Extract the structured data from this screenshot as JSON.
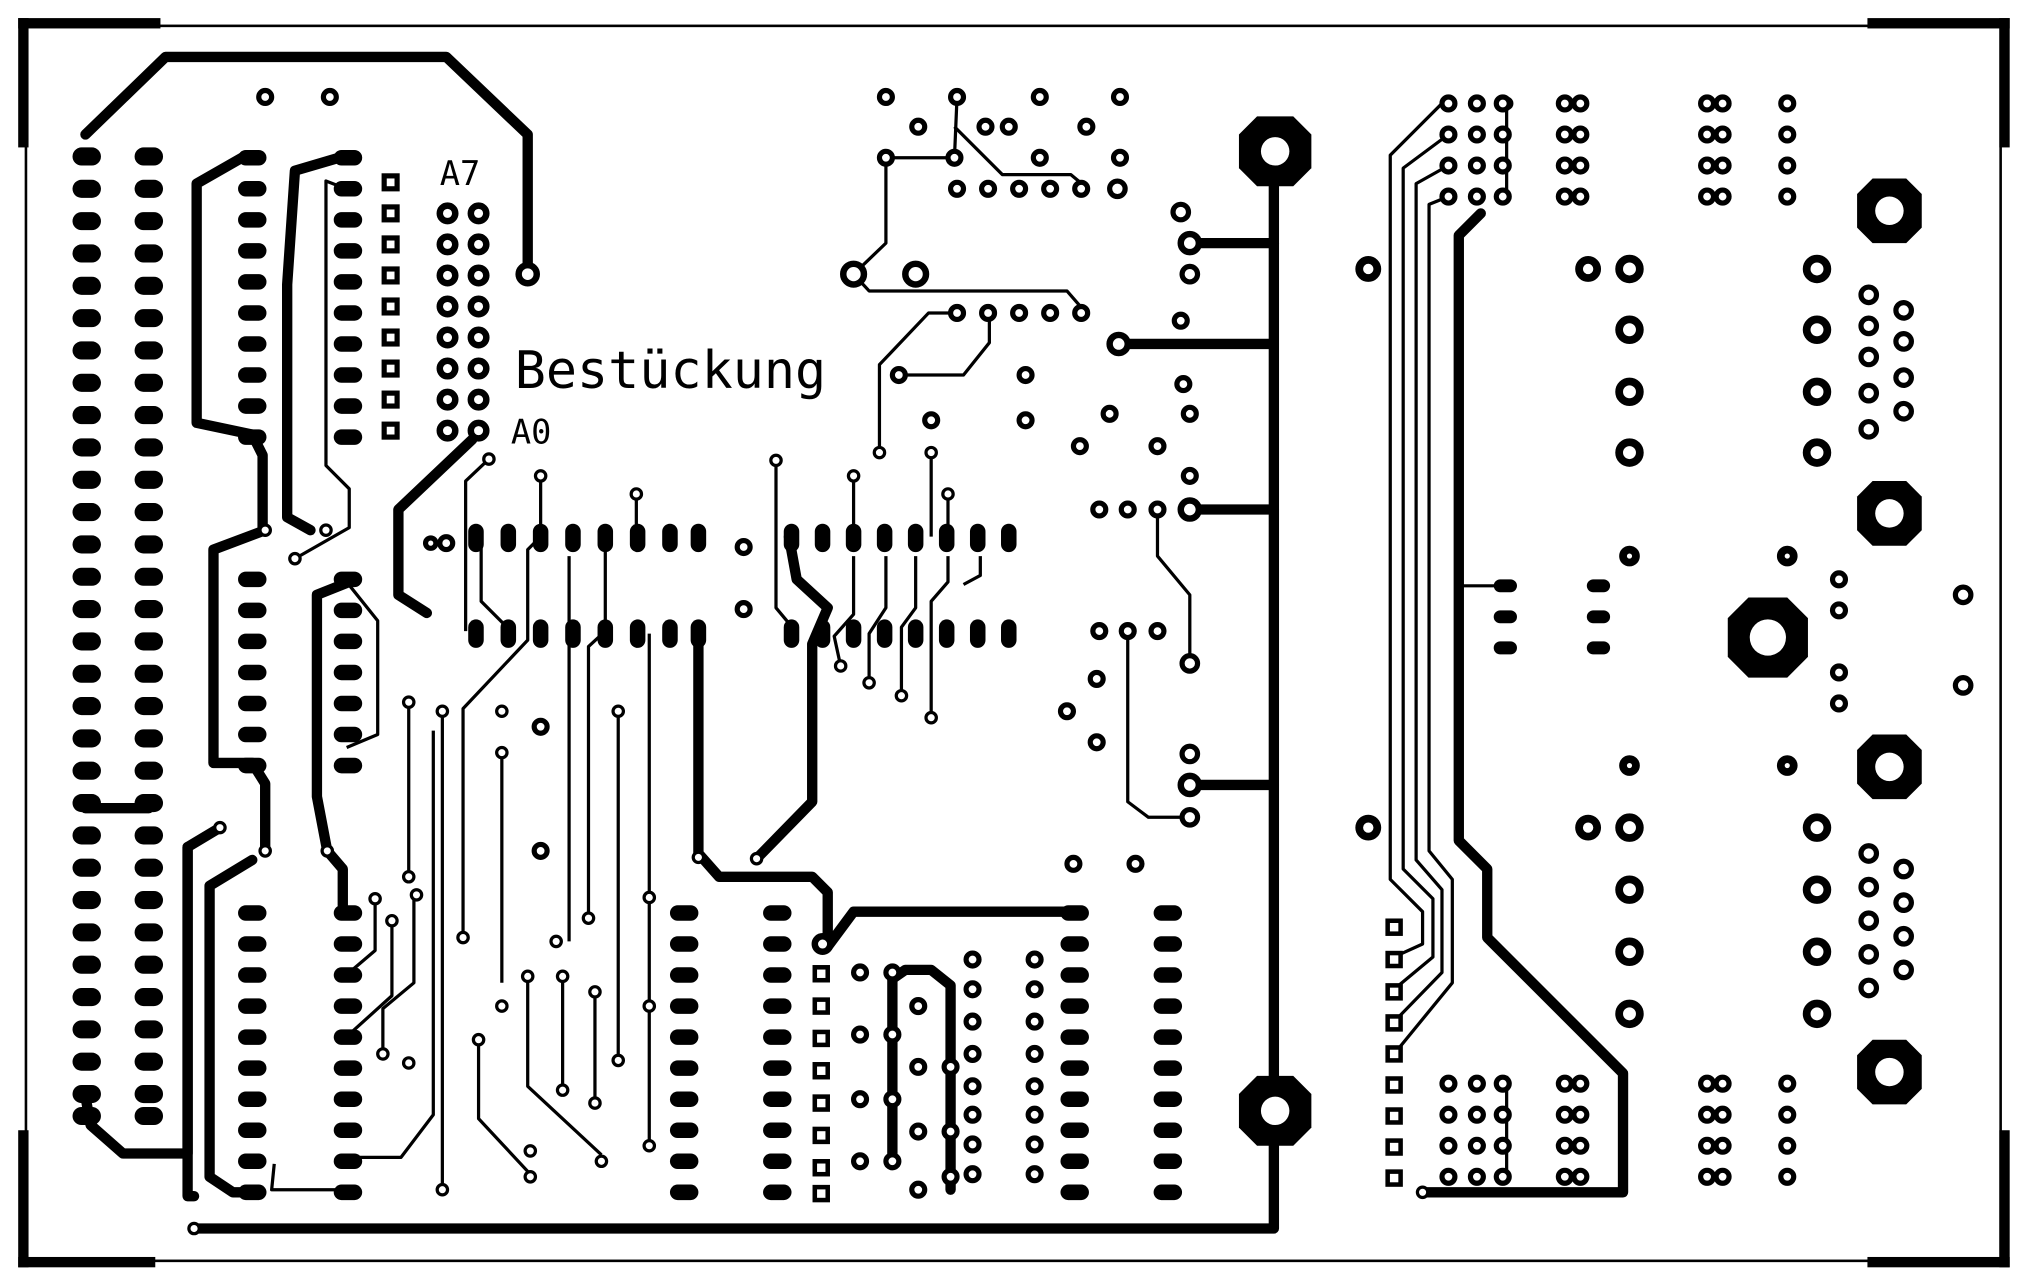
{
  "labels": {
    "title": "Bestückung",
    "bus_msb": "A7",
    "bus_lsb": "A0"
  },
  "colors": {
    "copper": "#000000",
    "substrate": "#ffffff"
  }
}
